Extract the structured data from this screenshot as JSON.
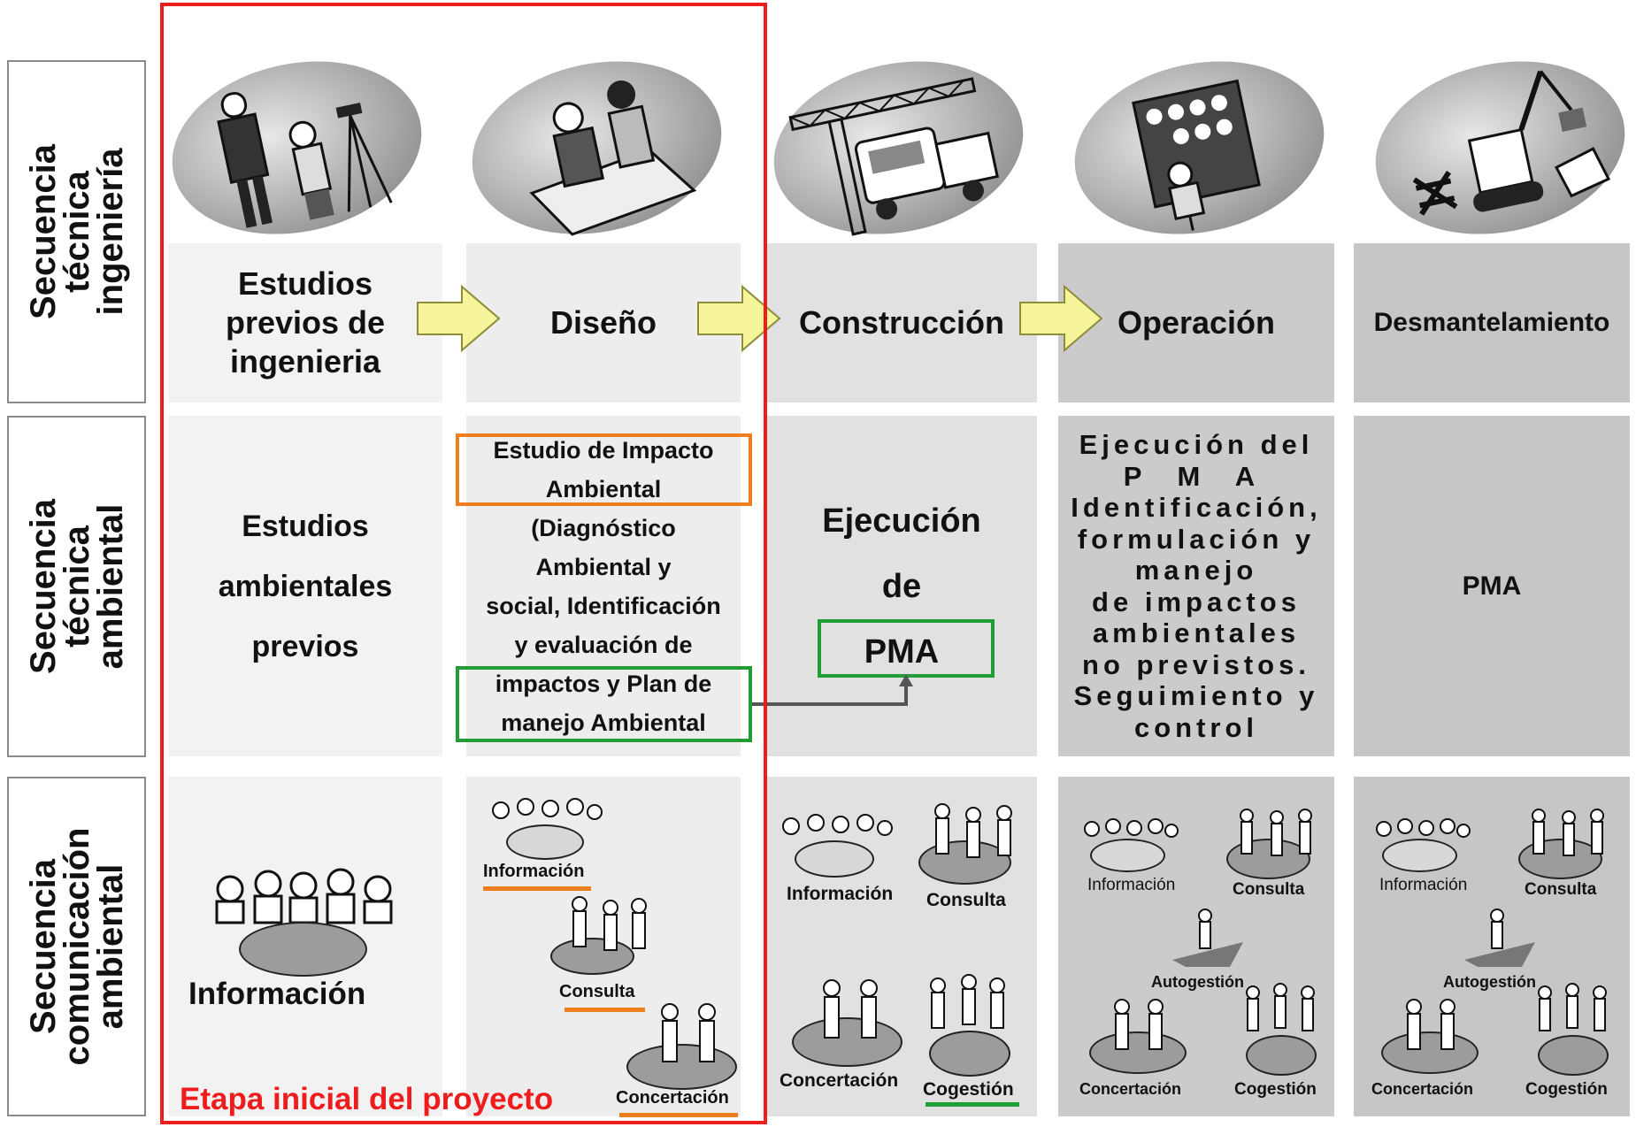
{
  "rows": {
    "engineering": {
      "line1": "Secuencia",
      "line2": "técnica",
      "line3": "ingeniería"
    },
    "environmental": {
      "line1": "Secuencia",
      "line2": "técnica",
      "line3": "ambiental"
    },
    "communication": {
      "line1": "Secuencia",
      "line2": "comunicación",
      "line3": "ambiental"
    }
  },
  "phases": {
    "estudios": {
      "line1": "Estudios",
      "line2": "previos de",
      "line3": "ingenieria"
    },
    "diseno": "Diseño",
    "construccion": "Construcción",
    "operacion": "Operación",
    "desmantelamiento": "Desmantelamiento"
  },
  "environmental": {
    "col1": {
      "line1": "Estudios",
      "line2": "ambientales",
      "line3": "previos"
    },
    "col2": {
      "line1": "Estudio de Impacto",
      "line2": "Ambiental",
      "line3": "(Diagnóstico",
      "line4": "Ambiental y",
      "line5": "social, Identificación",
      "line6": "y evaluación de",
      "line7": "impactos y Plan de",
      "line8": "manejo Ambiental"
    },
    "col3": {
      "line1": "Ejecución",
      "line2": "de",
      "line3": "PMA"
    },
    "col4": {
      "line1": "Ejecución del",
      "line2": "P M A",
      "line3": "Identificación,",
      "line4": "formulación y",
      "line5": "manejo",
      "line6": "de impactos",
      "line7": "ambientales",
      "line8": "no previstos.",
      "line9": "Seguimiento y",
      "line10": "control"
    },
    "col5": "PMA"
  },
  "communication": {
    "col1": {
      "informacion": "Información"
    },
    "col2": {
      "informacion": "Información",
      "consulta": "Consulta",
      "concertacion": "Concertación"
    },
    "col3": {
      "informacion": "Información",
      "consulta": "Consulta",
      "concertacion": "Concertación",
      "cogestion": "Cogestión"
    },
    "col4": {
      "informacion": "Información",
      "consulta": "Consulta",
      "autogestion": "Autogestión",
      "concertacion": "Concertación",
      "cogestion": "Cogestión"
    },
    "col5": {
      "informacion": "Información",
      "consulta": "Consulta",
      "autogestion": "Autogestión",
      "concertacion": "Concertación",
      "cogestion": "Cogestión"
    }
  },
  "highlight": {
    "label": "Etapa inicial del proyecto"
  },
  "colors": {
    "highlight_red": "#ee1c1c",
    "orange": "#f07d1e",
    "green": "#1e9e35",
    "arrow_yellow": "#f6f59b",
    "arrow_border": "#8c8c3a"
  },
  "icons": [
    "surveyors-icon",
    "designers-icon",
    "crane-truck-icon",
    "control-panel-operator-icon",
    "dismantling-machinery-icon",
    "people-group-icon"
  ]
}
